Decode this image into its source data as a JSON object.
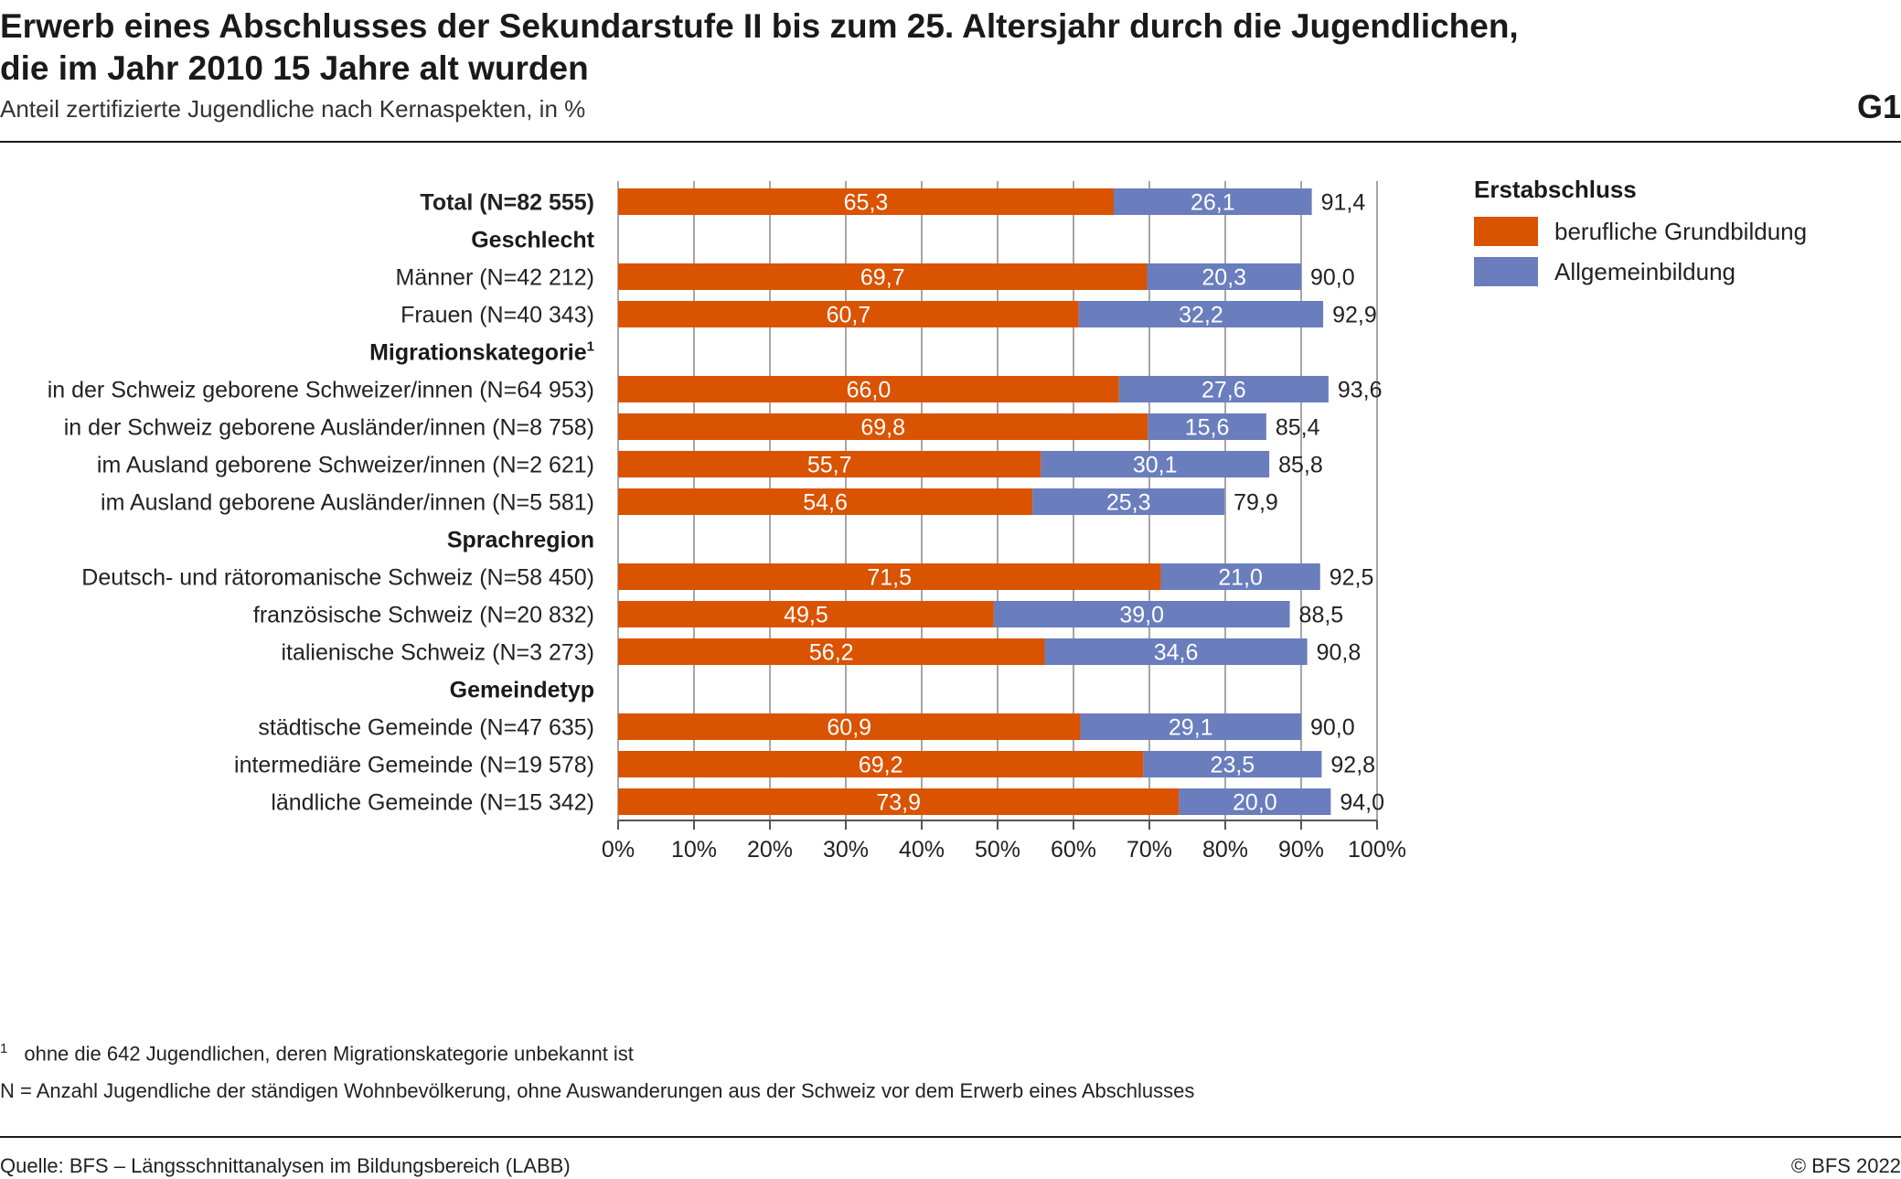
{
  "header": {
    "title_line1": "Erwerb eines Abschlusses der Sekundarstufe II bis zum 25. Altersjahr durch die Jugendlichen,",
    "title_line2": "die im Jahr 2010 15 Jahre alt wurden",
    "subtitle": "Anteil zertifizierte Jugendliche nach Kernaspekten, in %",
    "figure_number": "G1"
  },
  "legend": {
    "title": "Erstabschluss",
    "items": [
      {
        "label": "berufliche Grundbildung",
        "color": "#d95300"
      },
      {
        "label": "Allgemeinbildung",
        "color": "#6a7dbd"
      }
    ]
  },
  "chart_data": {
    "type": "bar",
    "orientation": "horizontal",
    "stacked": true,
    "xlim": [
      0,
      100
    ],
    "x_ticks": [
      "0%",
      "10%",
      "20%",
      "30%",
      "40%",
      "50%",
      "60%",
      "70%",
      "80%",
      "90%",
      "100%"
    ],
    "grid": true,
    "series_colors": [
      "#d95300",
      "#6a7dbd"
    ],
    "rows": [
      {
        "kind": "bar",
        "label": "Total (N=82 555)",
        "bold": true,
        "values": [
          65.3,
          26.1
        ],
        "value_labels": [
          "65,3",
          "26,1"
        ],
        "total_label": "91,4"
      },
      {
        "kind": "heading",
        "label": "Geschlecht"
      },
      {
        "kind": "bar",
        "label": "Männer (N=42 212)",
        "values": [
          69.7,
          20.3
        ],
        "value_labels": [
          "69,7",
          "20,3"
        ],
        "total_label": "90,0"
      },
      {
        "kind": "bar",
        "label": "Frauen (N=40 343)",
        "values": [
          60.7,
          32.2
        ],
        "value_labels": [
          "60,7",
          "32,2"
        ],
        "total_label": "92,9"
      },
      {
        "kind": "heading",
        "label": "Migrationskategorie",
        "superscript": "1"
      },
      {
        "kind": "bar",
        "label": "in der Schweiz geborene Schweizer/innen (N=64 953)",
        "values": [
          66.0,
          27.6
        ],
        "value_labels": [
          "66,0",
          "27,6"
        ],
        "total_label": "93,6"
      },
      {
        "kind": "bar",
        "label": "in der Schweiz geborene Ausländer/innen (N=8 758)",
        "values": [
          69.8,
          15.6
        ],
        "value_labels": [
          "69,8",
          "15,6"
        ],
        "total_label": "85,4"
      },
      {
        "kind": "bar",
        "label": "im Ausland geborene Schweizer/innen (N=2 621)",
        "values": [
          55.7,
          30.1
        ],
        "value_labels": [
          "55,7",
          "30,1"
        ],
        "total_label": "85,8"
      },
      {
        "kind": "bar",
        "label": "im Ausland geborene Ausländer/innen (N=5 581)",
        "values": [
          54.6,
          25.3
        ],
        "value_labels": [
          "54,6",
          "25,3"
        ],
        "total_label": "79,9"
      },
      {
        "kind": "heading",
        "label": "Sprachregion"
      },
      {
        "kind": "bar",
        "label": "Deutsch- und rätoromanische Schweiz (N=58 450)",
        "values": [
          71.5,
          21.0
        ],
        "value_labels": [
          "71,5",
          "21,0"
        ],
        "total_label": "92,5"
      },
      {
        "kind": "bar",
        "label": "französische Schweiz (N=20 832)",
        "values": [
          49.5,
          39.0
        ],
        "value_labels": [
          "49,5",
          "39,0"
        ],
        "total_label": "88,5"
      },
      {
        "kind": "bar",
        "label": "italienische Schweiz (N=3 273)",
        "values": [
          56.2,
          34.6
        ],
        "value_labels": [
          "56,2",
          "34,6"
        ],
        "total_label": "90,8"
      },
      {
        "kind": "heading",
        "label": "Gemeindetyp"
      },
      {
        "kind": "bar",
        "label": "städtische Gemeinde (N=47 635)",
        "values": [
          60.9,
          29.1
        ],
        "value_labels": [
          "60,9",
          "29,1"
        ],
        "total_label": "90,0"
      },
      {
        "kind": "bar",
        "label": "intermediäre Gemeinde (N=19 578)",
        "values": [
          69.2,
          23.5
        ],
        "value_labels": [
          "69,2",
          "23,5"
        ],
        "total_label": "92,8"
      },
      {
        "kind": "bar",
        "label": "ländliche Gemeinde (N=15 342)",
        "values": [
          73.9,
          20.0
        ],
        "value_labels": [
          "73,9",
          "20,0"
        ],
        "total_label": "94,0"
      }
    ]
  },
  "footnotes": {
    "note1_marker": "1",
    "note1_text": "ohne die 642 Jugendlichen, deren Migrationskategorie unbekannt ist",
    "note2_text": "N = Anzahl Jugendliche der ständigen Wohnbevölkerung, ohne Auswanderungen aus der Schweiz vor dem Erwerb eines Abschlusses"
  },
  "footer": {
    "source": "Quelle: BFS – Längsschnittanalysen im Bildungsbereich (LABB)",
    "copyright": "© BFS 2022"
  }
}
